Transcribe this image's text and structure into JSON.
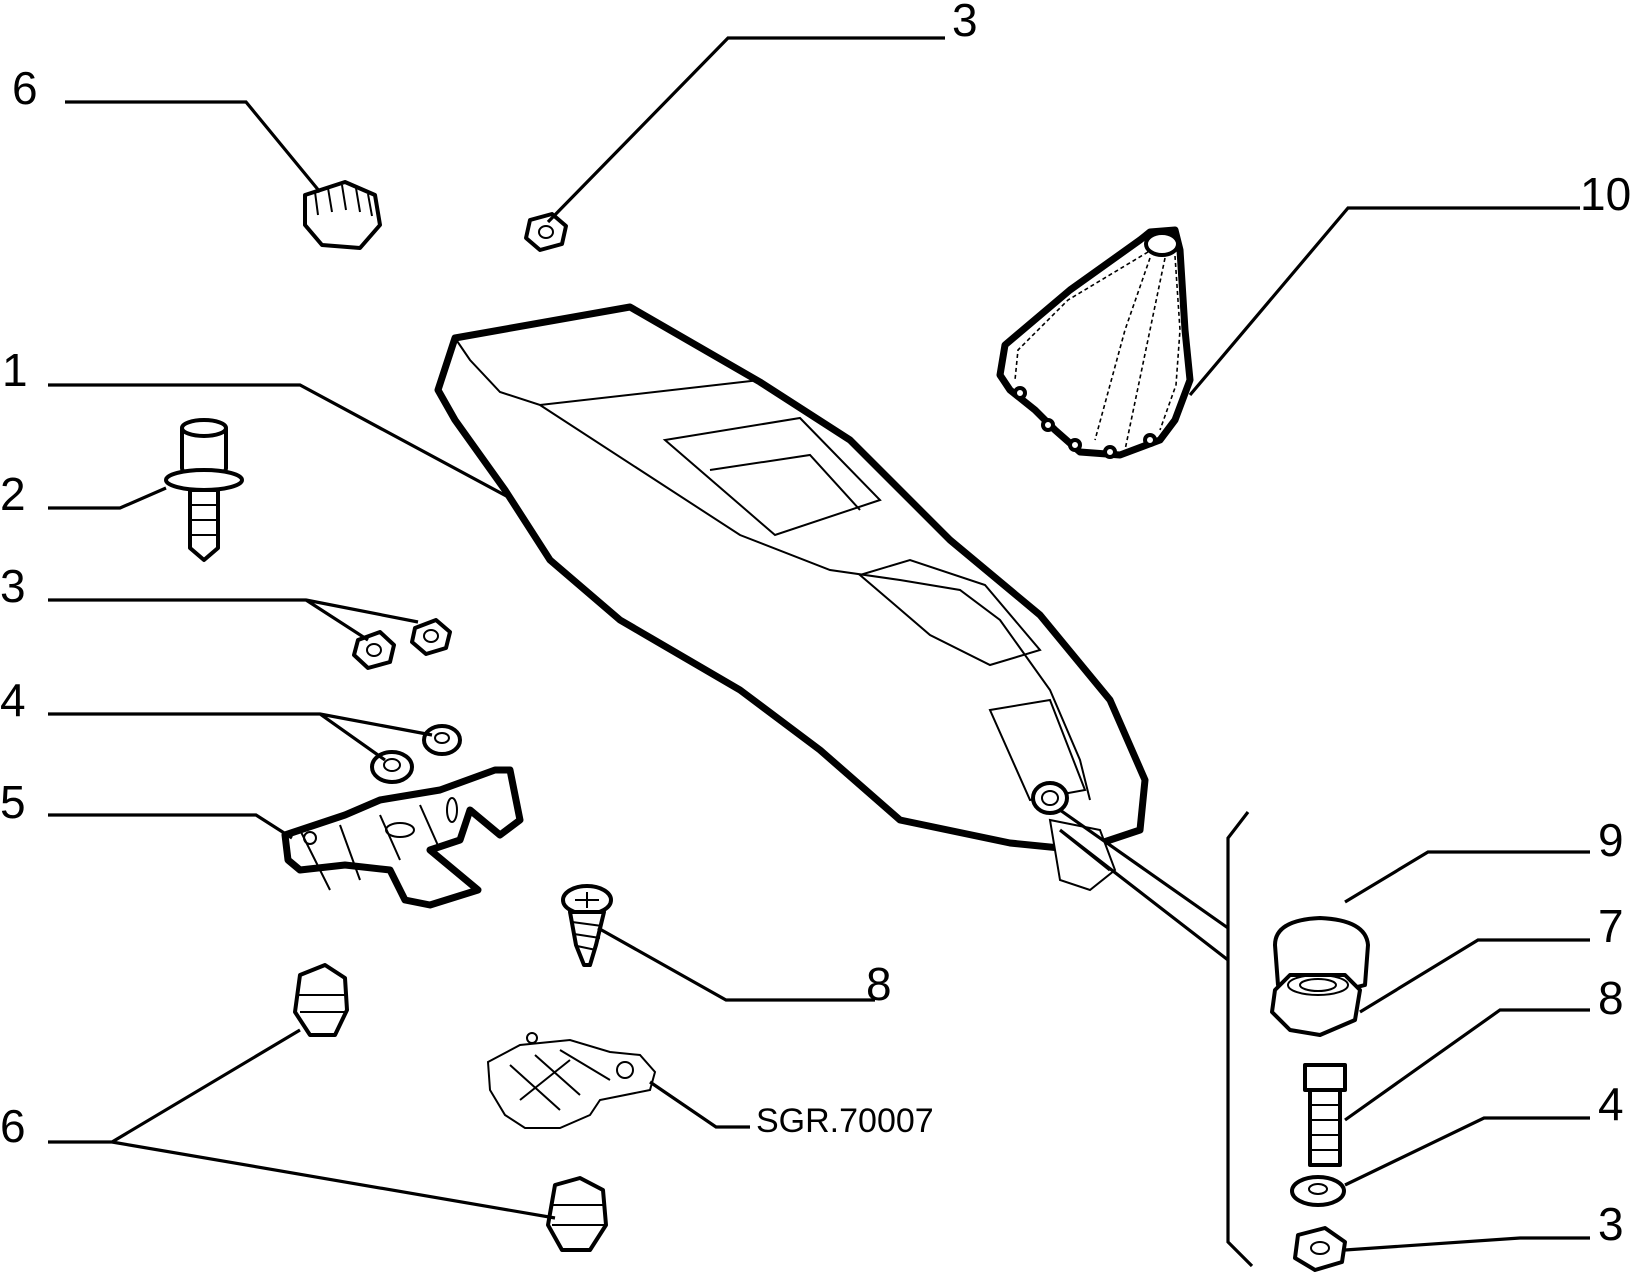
{
  "diagram": {
    "callouts": [
      {
        "id": "c6a",
        "label": "6"
      },
      {
        "id": "c3a",
        "label": "3"
      },
      {
        "id": "c10",
        "label": "10"
      },
      {
        "id": "c1",
        "label": "1"
      },
      {
        "id": "c2",
        "label": "2"
      },
      {
        "id": "c3b",
        "label": "3"
      },
      {
        "id": "c4a",
        "label": "4"
      },
      {
        "id": "c5",
        "label": "5"
      },
      {
        "id": "c8a",
        "label": "8"
      },
      {
        "id": "c6b",
        "label": "6"
      },
      {
        "id": "c9",
        "label": "9"
      },
      {
        "id": "c7",
        "label": "7"
      },
      {
        "id": "c8b",
        "label": "8"
      },
      {
        "id": "c4b",
        "label": "4"
      },
      {
        "id": "c3c",
        "label": "3"
      }
    ],
    "reference": "SGR.70007"
  }
}
